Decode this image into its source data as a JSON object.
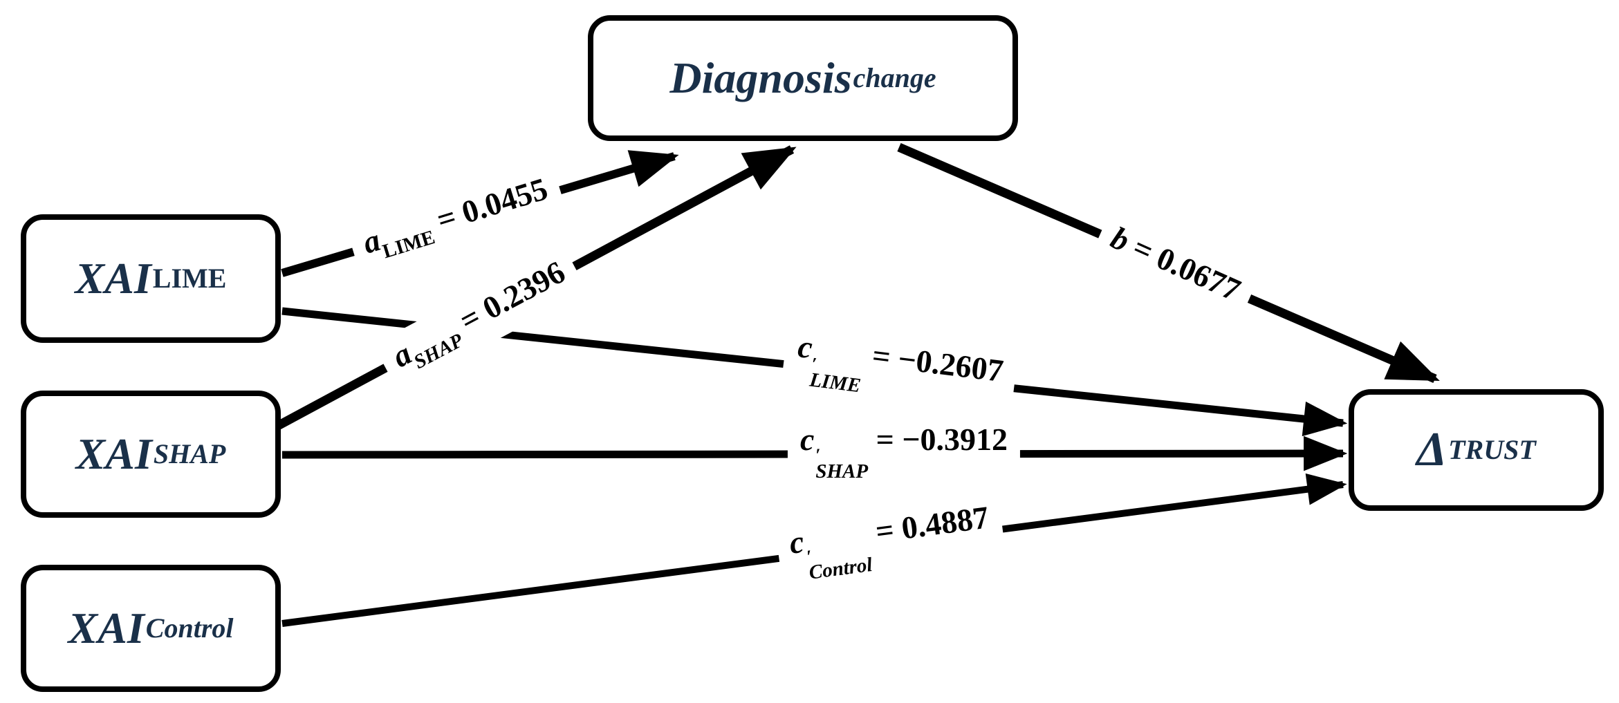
{
  "figure": {
    "kind": "mediation path diagram",
    "background_color": "#ffffff",
    "node_border_color": "#000000",
    "node_text_color": "#1a3049",
    "arrow_color": "#000000",
    "label_text_color": "#000000"
  },
  "nodes": {
    "diagnosis": {
      "main": "Diagnosis",
      "subscript": "change"
    },
    "xai_lime": {
      "main": "XAI",
      "subscript": "LIME"
    },
    "xai_shap": {
      "main": "XAI",
      "subscript": "SHAP"
    },
    "xai_control": {
      "main": "XAI",
      "subscript": "Control"
    },
    "delta_trust": {
      "main": "Δ",
      "subscript": "TRUST"
    }
  },
  "edges": {
    "a_lime": {
      "symbol": "a",
      "subscript": "LIME",
      "relation": "=",
      "value": "0.0455"
    },
    "a_shap": {
      "symbol": "a",
      "subscript": "SHAP",
      "relation": "=",
      "value": "0.2396"
    },
    "b": {
      "symbol": "b",
      "subscript": "",
      "relation": "=",
      "value": "0.0677"
    },
    "c_lime": {
      "symbol": "c",
      "prime": "′",
      "subscript": "LIME",
      "relation": "=",
      "value": "−0.2607"
    },
    "c_shap": {
      "symbol": "c",
      "prime": "′",
      "subscript": "SHAP",
      "relation": "=",
      "value": "−0.3912"
    },
    "c_control": {
      "symbol": "c",
      "prime": "′",
      "subscript": "Control",
      "relation": "=",
      "value": "0.4887"
    }
  }
}
